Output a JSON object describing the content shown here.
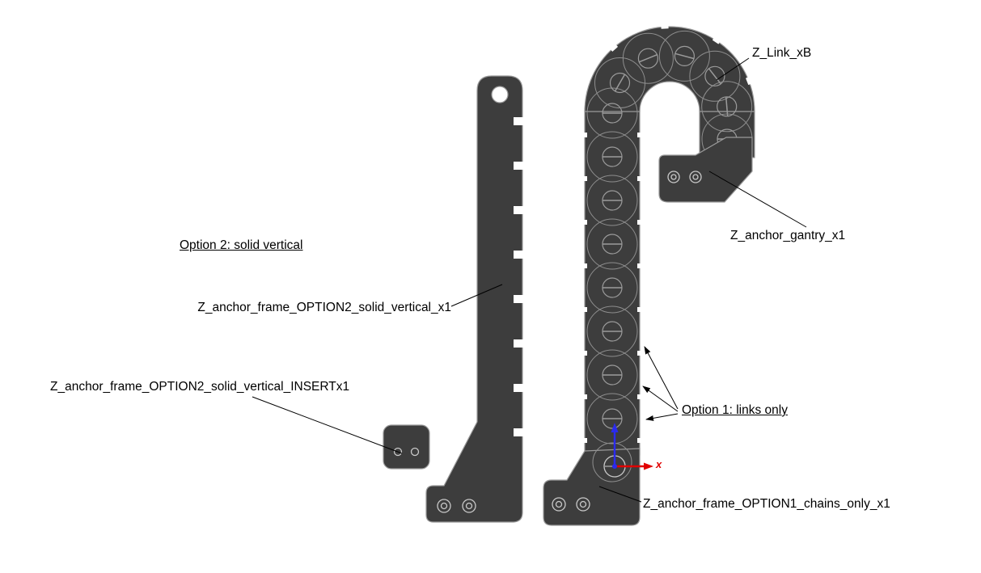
{
  "diagram": {
    "background": "#ffffff",
    "labels": {
      "z_link": "Z_Link_xB",
      "z_anchor_gantry": "Z_anchor_gantry_x1",
      "option2_heading": "Option 2: solid vertical",
      "option2_frame": "Z_anchor_frame_OPTION2_solid_vertical_x1",
      "option2_insert": "Z_anchor_frame_OPTION2_solid_vertical_INSERTx1",
      "option1_heading": "Option 1: links only",
      "option1_frame": "Z_anchor_frame_OPTION1_chains_only_x1"
    },
    "axes": {
      "x_label": "x"
    },
    "colors": {
      "part_fill": "#3d3d3d",
      "part_edge": "#9a9a9a",
      "leader": "#000000",
      "axis_x": "#e10000",
      "axis_z": "#2a2aee"
    }
  }
}
